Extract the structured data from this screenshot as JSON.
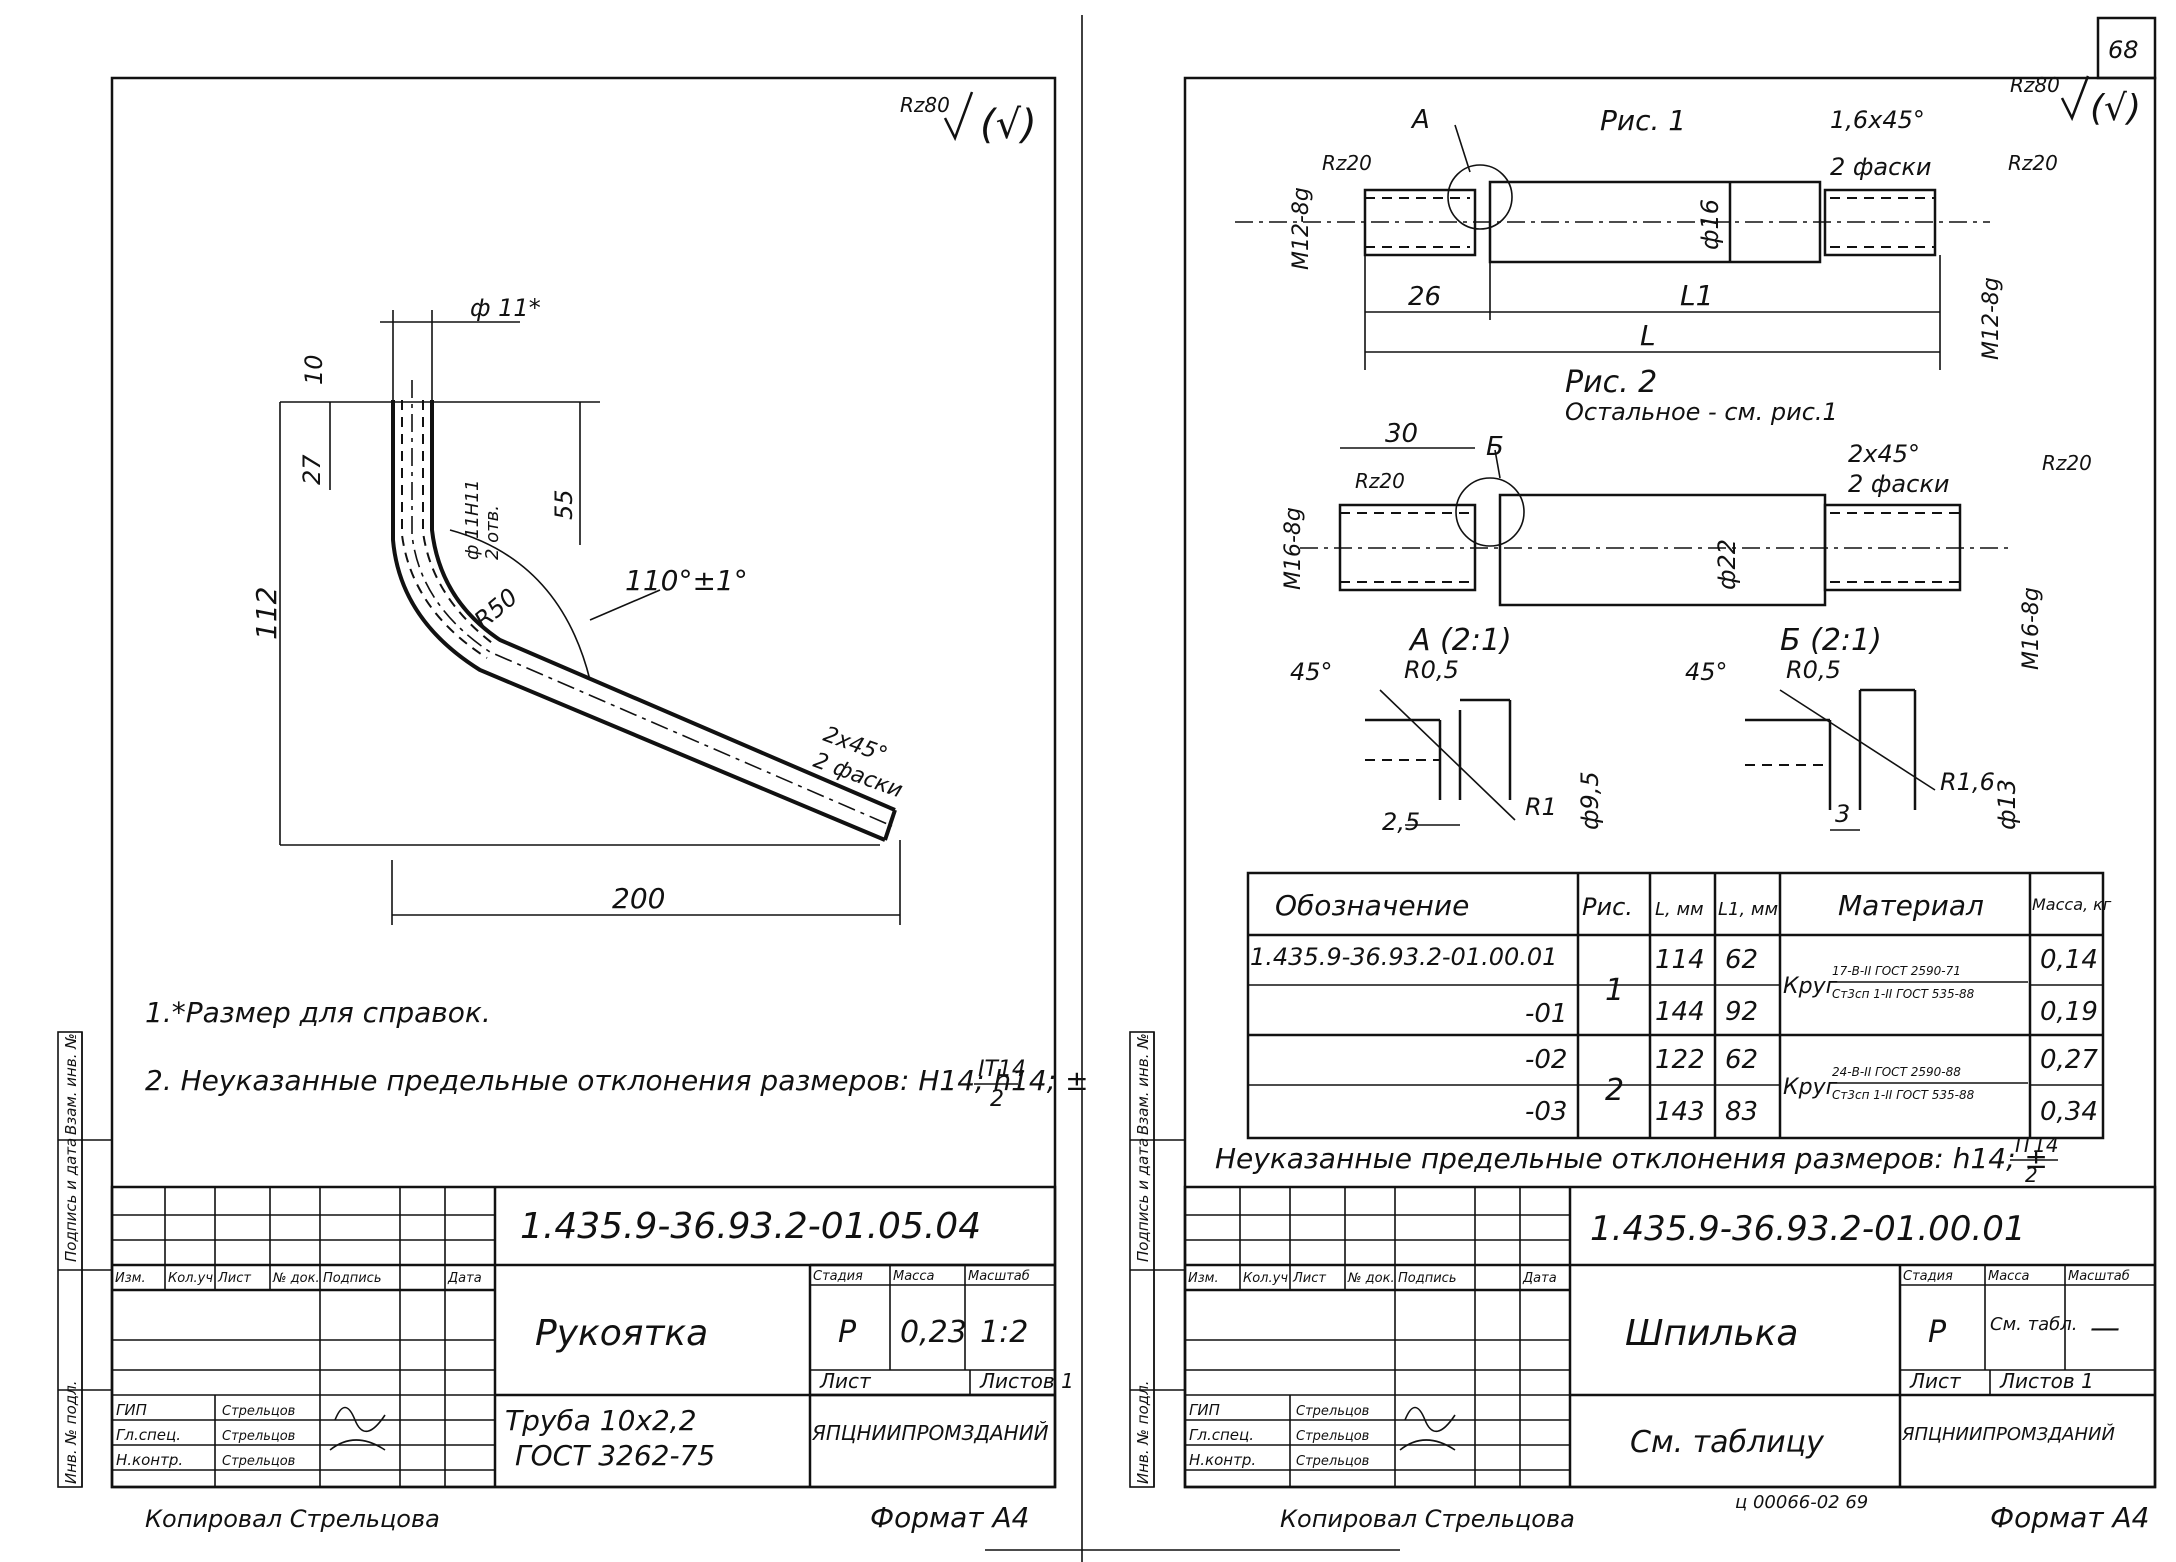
{
  "page_number": "68",
  "left_sheet": {
    "roughness_main": "Rz80",
    "roughness_check": "(√)",
    "dims": {
      "d_outer": "ф 11*",
      "d_hole": "ф 11Н11",
      "holes_note": "2 отв.",
      "h10": "10",
      "h27": "27",
      "h55": "55",
      "h112": "112",
      "radius": "R50",
      "angle": "110°±1°",
      "chamfer": "2х45°",
      "chamfer_note": "2 фаски",
      "len200": "200"
    },
    "notes": [
      "1.*Размер для справок.",
      "2. Неуказанные предельные отклонения размеров: Н14; h14; ±"
    ],
    "tol_num": "IT14",
    "tol_den": "2",
    "title_block": {
      "designation": "1.435.9-36.93.2-01.05.04",
      "name": "Рукоятка",
      "material_line1": "Труба 10х2,2",
      "material_line2": "ГОСТ 3262-75",
      "lit_label": "Стадия",
      "mass_label": "Масса",
      "scale_label": "Масштаб",
      "lit": "Р",
      "mass": "0,23",
      "scale": "1:2",
      "sheet_label": "Лист",
      "sheets_label": "Листов 1",
      "org": "ЯПЦНИИПРОМЗДАНИЙ",
      "rev_headers": [
        "Изм.",
        "Кол.уч",
        "Лист",
        "№ док.",
        "Подпись",
        "Дата"
      ],
      "staff": [
        "ГИП",
        "Гл.спец.",
        "Н.контр."
      ],
      "staff_sigs": [
        "Стрельцов",
        "Стрельцов",
        "Стрельцов"
      ],
      "side_labels": [
        "Инв. № подл.",
        "Подпись и дата",
        "Взам. инв. №"
      ]
    },
    "copied": "Копировал Стрельцова",
    "format": "Формат А4"
  },
  "right_sheet": {
    "roughness_main": "Rz80",
    "roughness_check": "(√)",
    "fig1_label": "Рис. 1",
    "fig2_label": "Рис. 2",
    "fig2_note": "Остальное - см. рис.1",
    "fig1": {
      "callout": "А",
      "rz_left": "Rz20",
      "rz_right": "Rz20",
      "thread_left": "М12-8g",
      "thread_right": "М12-8g",
      "dia": "ф16",
      "chamfer": "1,6х45°",
      "chamfer_note": "2 фаски",
      "len26": "26",
      "len_l1": "L1",
      "len_l": "L"
    },
    "fig2": {
      "callout": "Б",
      "len30": "30",
      "rz_left": "Rz20",
      "rz_right": "Rz20",
      "thread_left": "М16-8g",
      "thread_right": "М16-8g",
      "dia": "ф22",
      "chamfer": "2х45°",
      "chamfer_note": "2 фаски"
    },
    "detail_a": {
      "title": "А (2:1)",
      "angle": "45°",
      "r_small": "R0,5",
      "r_big": "R1",
      "width": "2,5",
      "dia": "ф9,5"
    },
    "detail_b": {
      "title": "Б (2:1)",
      "angle": "45°",
      "r_small": "R0,5",
      "r_big": "R1,6",
      "width": "3",
      "dia": "ф13"
    },
    "table": {
      "headers": [
        "Обозначение",
        "Рис.",
        "L, мм",
        "L1, мм",
        "Материал",
        "Масса, кг"
      ],
      "rows": [
        {
          "designation": "1.435.9-36.93.2-01.00.01",
          "fig": "1",
          "L": "114",
          "L1": "62",
          "material_a": "17-В-II ГОСТ 2590-71",
          "material_b": "Ст3сп 1-II ГОСТ 535-88",
          "mass": "0,14"
        },
        {
          "designation": "-01",
          "fig": "",
          "L": "144",
          "L1": "92",
          "material_a": "",
          "material_b": "",
          "mass": "0,19"
        },
        {
          "designation": "-02",
          "fig": "2",
          "L": "122",
          "L1": "62",
          "material_a": "24-В-II ГОСТ 2590-88",
          "material_b": "Ст3сп 1-II ГОСТ 535-88",
          "mass": "0,27"
        },
        {
          "designation": "-03",
          "fig": "",
          "L": "143",
          "L1": "83",
          "material_a": "",
          "material_b": "",
          "mass": "0,34"
        }
      ],
      "material_prefix": "Круг"
    },
    "note": "Неуказанные предельные отклонения размеров: h14; ±",
    "tol_num": "IT14",
    "tol_den": "2",
    "title_block": {
      "designation": "1.435.9-36.93.2-01.00.01",
      "name": "Шпилька",
      "material": "См. таблицу",
      "lit_label": "Стадия",
      "mass_label": "Масса",
      "scale_label": "Масштаб",
      "lit": "Р",
      "mass": "См. табл.",
      "scale": "—",
      "sheet_label": "Лист",
      "sheets_label": "Листов 1",
      "org": "ЯПЦНИИПРОМЗДАНИЙ",
      "rev_headers": [
        "Изм.",
        "Кол.уч",
        "Лист",
        "№ док.",
        "Подпись",
        "Дата"
      ],
      "staff": [
        "ГИП",
        "Гл.спец.",
        "Н.контр."
      ],
      "staff_sigs": [
        "Стрельцов",
        "Стрельцов",
        "Стрельцов"
      ],
      "side_labels": [
        "Инв. № подл.",
        "Подпись и дата",
        "Взам. инв. №"
      ]
    },
    "order_code": "ц 00066-02  69",
    "copied": "Копировал Стрельцова",
    "format": "Формат А4"
  }
}
